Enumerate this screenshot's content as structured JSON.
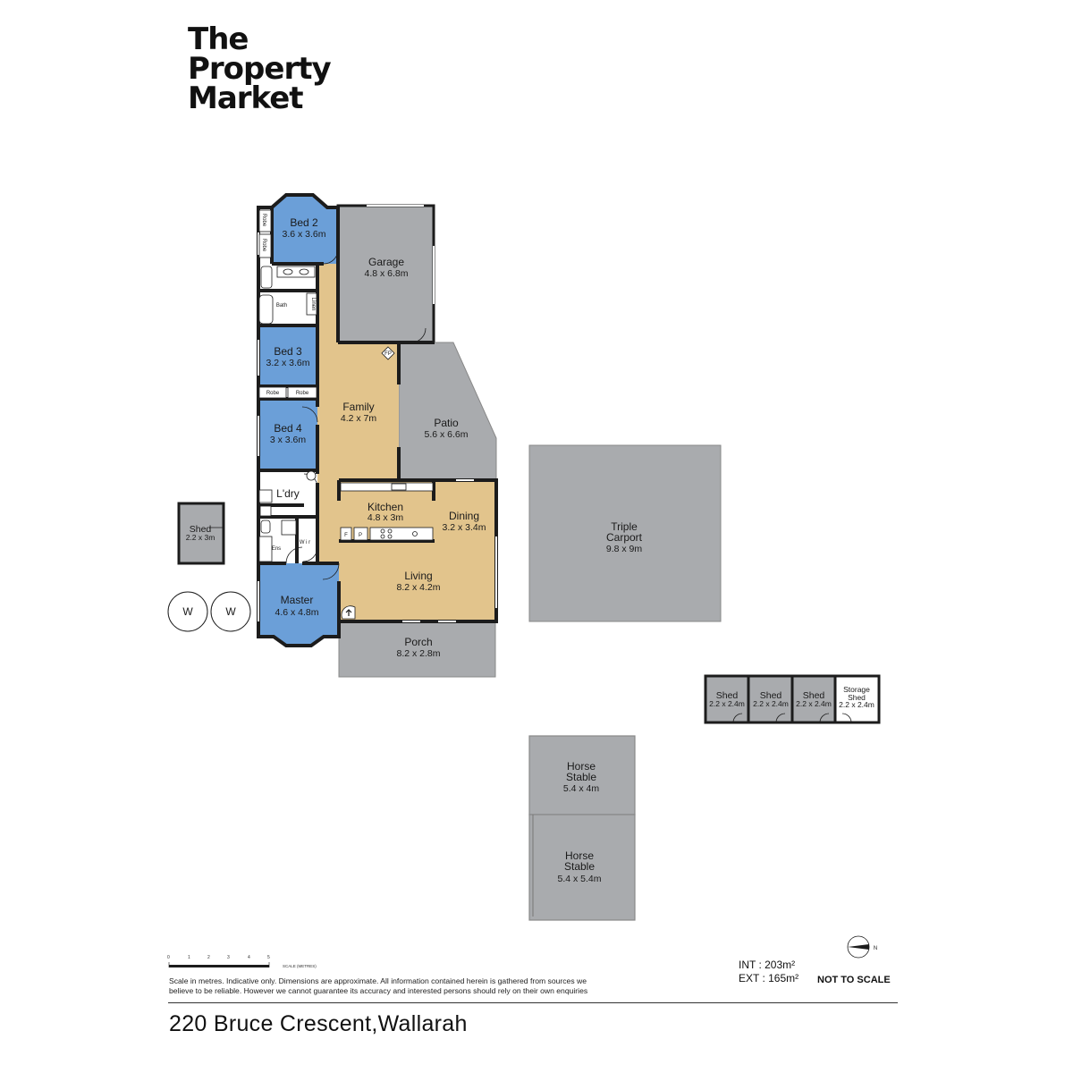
{
  "brand": {
    "line1": "The",
    "line2": "Property",
    "line3": "Market"
  },
  "colors": {
    "bedroom": "#6b9fd8",
    "living": "#e2c48c",
    "outdoor": "#a9abae",
    "service": "#ffffff",
    "wall": "#1c1c1c"
  },
  "rooms": {
    "bed2": {
      "name": "Bed 2",
      "dim": "3.6 x 3.6m"
    },
    "bed3": {
      "name": "Bed 3",
      "dim": "3.2 x 3.6m"
    },
    "bed4": {
      "name": "Bed 4",
      "dim": "3 x 3.6m"
    },
    "master": {
      "name": "Master",
      "dim": "4.6 x 4.8m"
    },
    "garage": {
      "name": "Garage",
      "dim": "4.8 x 6.8m"
    },
    "family": {
      "name": "Family",
      "dim": "4.2 x 7m"
    },
    "patio": {
      "name": "Patio",
      "dim": "5.6 x 6.6m"
    },
    "kitchen": {
      "name": "Kitchen",
      "dim": "4.8 x 3m"
    },
    "dining": {
      "name": "Dining",
      "dim": "3.2 x 3.4m"
    },
    "living": {
      "name": "Living",
      "dim": "8.2 x 4.2m"
    },
    "porch": {
      "name": "Porch",
      "dim": "8.2 x 2.8m"
    },
    "laundry": {
      "name": "L'dry"
    },
    "shed_left": {
      "name": "Shed",
      "dim": "2.2 x 3m"
    },
    "carport": {
      "name1": "Triple",
      "name2": "Carport",
      "dim": "9.8 x 9m"
    },
    "shed1": {
      "name": "Shed",
      "dim": "2.2 x 2.4m"
    },
    "shed2": {
      "name": "Shed",
      "dim": "2.2 x 2.4m"
    },
    "shed3": {
      "name": "Shed",
      "dim": "2.2 x 2.4m"
    },
    "storage": {
      "name1": "Storage",
      "name2": "Shed",
      "dim": "2.2 x 2.4m"
    },
    "stable1": {
      "name1": "Horse",
      "name2": "Stable",
      "dim": "5.4 x 4m"
    },
    "stable2": {
      "name1": "Horse",
      "name2": "Stable",
      "dim": "5.4 x 5.4m"
    }
  },
  "fixtures": {
    "robe": "Robe",
    "bath": "Bath",
    "linen": "Linen",
    "ens": "Ens",
    "wir": "W\ni\nr",
    "fp": "FP",
    "fridge": "F",
    "pantry": "P",
    "water_tank": "W"
  },
  "scale_bar": {
    "ticks": [
      "0",
      "1",
      "2",
      "3",
      "4",
      "5"
    ],
    "caption": "SCALE (METRES)"
  },
  "disclaimer": {
    "line1": "Scale in metres. Indicative only. Dimensions are approximate. All information contained herein is gathered from sources we",
    "line2": "believe to be reliable. However we cannot guarantee its accuracy and interested persons should rely on their own enquiries"
  },
  "areas": {
    "int": "INT : 203m²",
    "ext": "EXT : 165m²"
  },
  "not_to_scale": "NOT TO SCALE",
  "compass": {
    "label": "N"
  },
  "address": "220 Bruce Crescent,Wallarah"
}
